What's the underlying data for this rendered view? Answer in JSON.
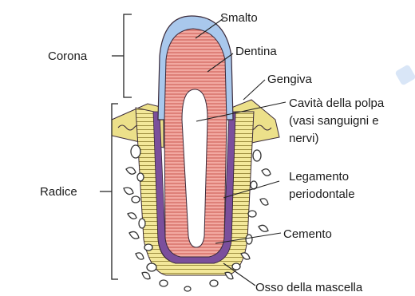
{
  "diagram": {
    "labels": {
      "smalto": "Smalto",
      "dentina": "Dentina",
      "gengiva": "Gengiva",
      "cavita": "Cavità della polpa",
      "cavita_sub": "(vasi sanguigni e",
      "cavita_sub2": "nervi)",
      "legamento": "Legamento",
      "legamento_sub": "periodontale",
      "cemento": "Cemento",
      "osso": "Osso della mascella",
      "corona": "Corona",
      "radice": "Radice"
    },
    "colors": {
      "enamel": "#a9c8ec",
      "dentin": "#f2a9a1",
      "dentin_lines": "#c9574f",
      "pulp": "#ffffff",
      "cementum": "#7b4f9c",
      "ligament": "#f3e89a",
      "gum": "#ece08a",
      "bone_stroke": "#333333",
      "outline": "#3a2a3a",
      "line": "#222222"
    }
  }
}
